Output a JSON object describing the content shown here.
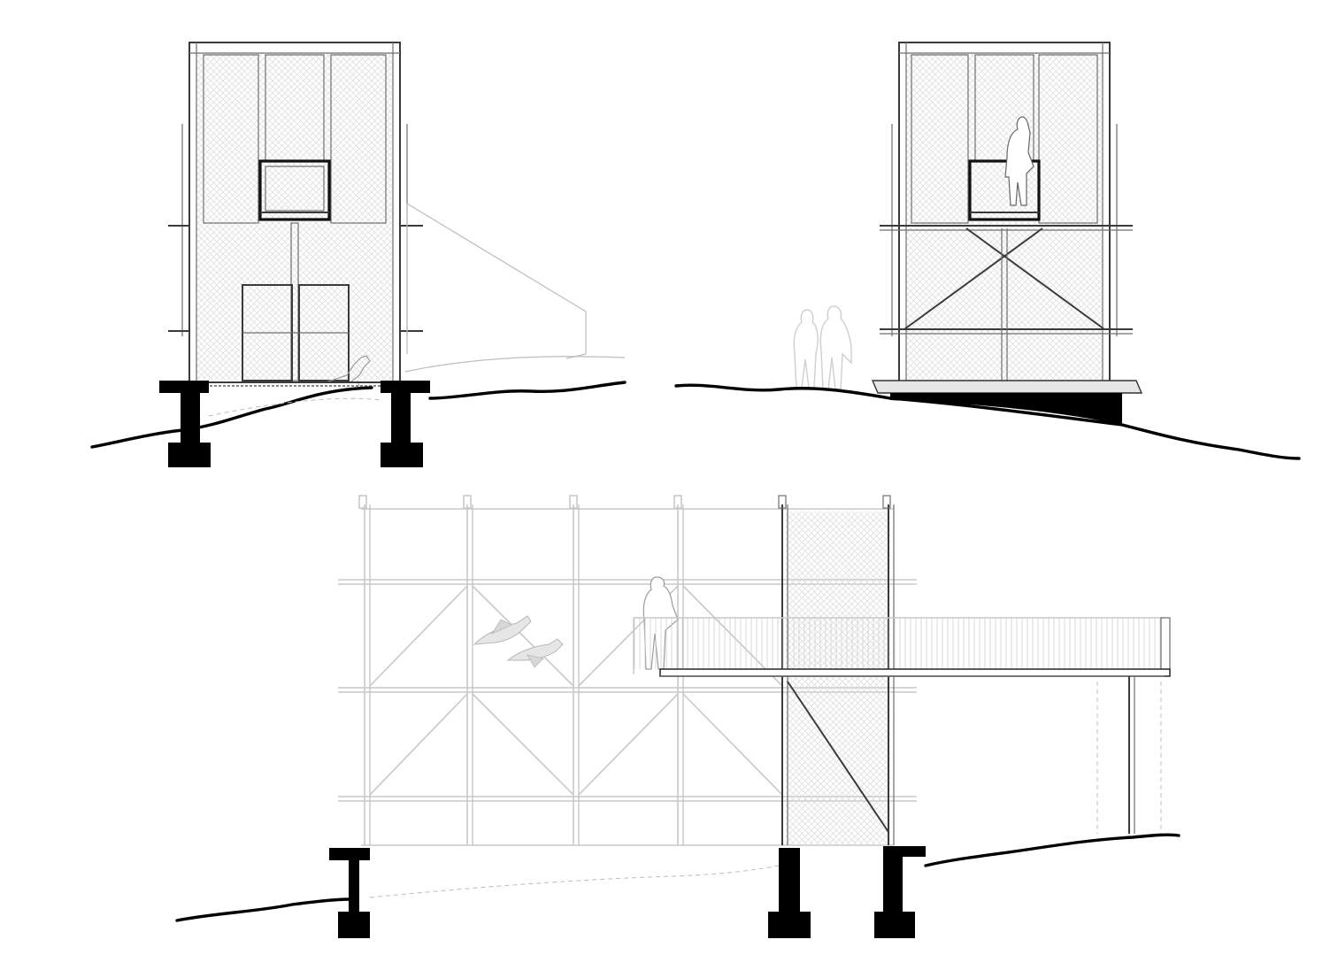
{
  "sheet": {
    "views": [
      {
        "view": "front-elevation"
      },
      {
        "view": "side-elevation"
      },
      {
        "view": "long-section"
      }
    ]
  },
  "colors": {
    "background": "#ffffff",
    "structure": "#3a3a3a",
    "ground": "#000000",
    "mesh": "#d6d6d6",
    "ghost": "#c8c8c8"
  },
  "icons": [
    "bird-icon",
    "person-icon",
    "bird-flying-icon"
  ]
}
